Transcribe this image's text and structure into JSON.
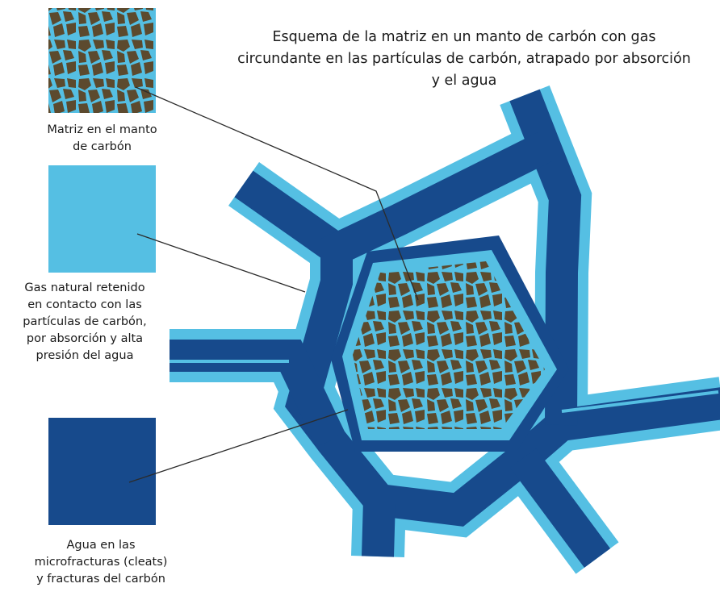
{
  "title": {
    "lines": [
      "Esquema de la matriz en un manto de carbón con gas",
      "circundante en las partículas de carbón, atrapado por absorción",
      "y el agua"
    ]
  },
  "legend": [
    {
      "key": "matrix",
      "swatch_color": "#5c4a2e",
      "caption_lines": [
        "Matriz en el manto",
        "de carbón"
      ]
    },
    {
      "key": "gas",
      "swatch_color": "#55bfe3",
      "caption_lines": [
        "Gas natural retenido",
        "en contacto con las",
        "partículas de carbón,",
        "por absorción y alta",
        "presión del agua"
      ]
    },
    {
      "key": "water",
      "swatch_color": "#174a8c",
      "caption_lines": [
        "Agua en las",
        "microfracturas (cleats)",
        "y fracturas del carbón"
      ]
    }
  ],
  "colors": {
    "water": "#174a8c",
    "gas": "#55bfe3",
    "coal": "#5c4a2e",
    "leader": "#2b2b2b"
  }
}
